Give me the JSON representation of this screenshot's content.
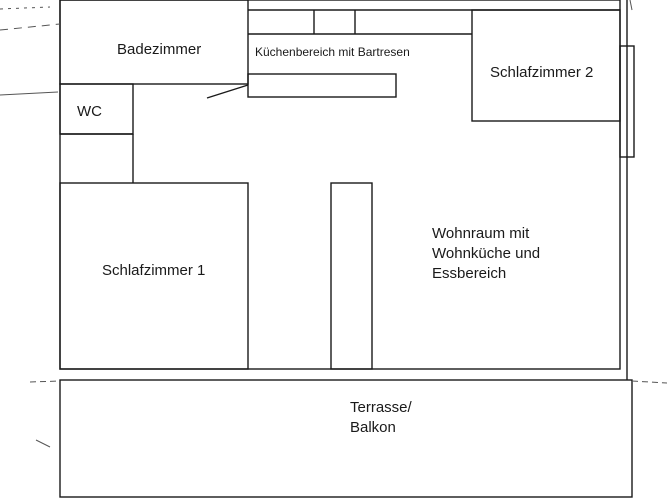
{
  "floorplan": {
    "rooms": {
      "bathroom": "Badezimmer",
      "kitchen": "Küchenbereich mit Bartresen",
      "bedroom_2": "Schlafzimmer 2",
      "wc": "WC",
      "bedroom_1": "Schlafzimmer 1",
      "living": [
        "Wohnraum mit",
        "Wohnküche und",
        "Essbereich"
      ],
      "terrace": [
        "Terrasse/",
        "Balkon"
      ]
    },
    "line_color": "#1a1a1a",
    "background": "#ffffff"
  }
}
